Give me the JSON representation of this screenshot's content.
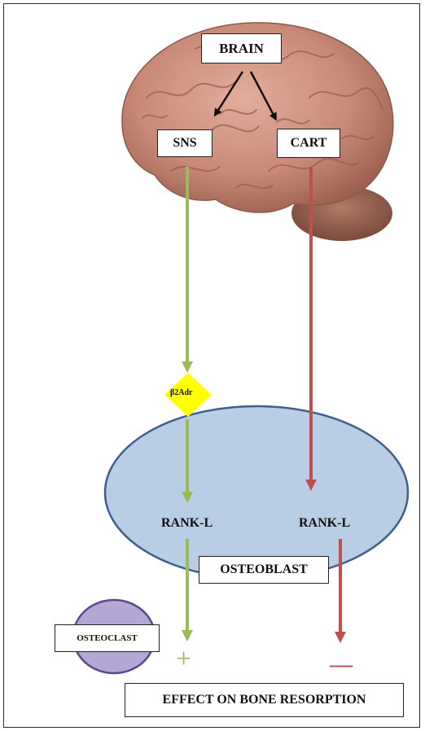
{
  "labels": {
    "brain": "BRAIN",
    "sns": "SNS",
    "cart": "CART",
    "receptor": "β2Adr",
    "rankl_left": "RANK-L",
    "rankl_right": "RANK-L",
    "osteoblast": "OSTEOBLAST",
    "osteoclast": "OSTEOCLAST",
    "plus": "+",
    "minus": "—",
    "effect": "EFFECT ON BONE RESORPTION"
  },
  "colors": {
    "green": "#9bbb59",
    "red": "#c0504d",
    "osteoblast_fill": "#b9cde5",
    "osteoblast_stroke": "#3f5f8f",
    "osteoclast_fill": "#b4a7d6",
    "receptor_fill": "#ffff00",
    "brain": "#c98a78"
  }
}
